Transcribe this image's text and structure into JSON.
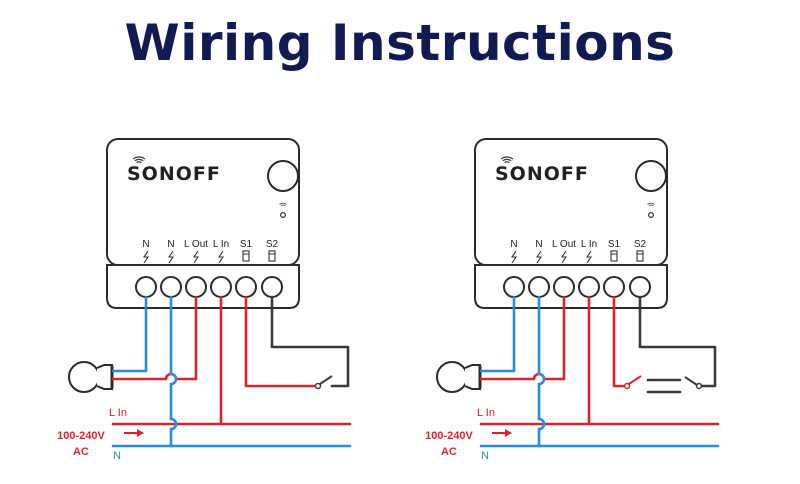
{
  "title": "Wiring Instructions",
  "brand": "SONOFF",
  "terminals": [
    "N",
    "N",
    "L Out",
    "L In",
    "S1",
    "S2"
  ],
  "labels": {
    "l_in": "L In",
    "voltage": "100-240V",
    "ac": "AC",
    "neutral": "N"
  },
  "colors": {
    "live": "#d9242f",
    "neutral": "#2a8bd8",
    "switch_wire": "#3a3a3a",
    "title": "#121a52"
  },
  "icons": [
    "wifi-icon",
    "bulb-icon",
    "switch-icon",
    "arrow-right-icon",
    "lightning-icon"
  ]
}
